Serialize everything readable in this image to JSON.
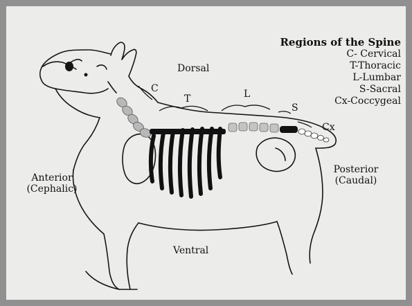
{
  "legend": {
    "title": "Regions of the Spine",
    "items": [
      "C- Cervical",
      "T-Thoracic",
      "L-Lumbar",
      "S-Sacral",
      "Cx-Coccygeal"
    ]
  },
  "directions": {
    "dorsal": "Dorsal",
    "ventral": "Ventral",
    "anterior": "Anterior",
    "anterior_sub": "(Cephalic)",
    "posterior": "Posterior",
    "posterior_sub": "(Caudal)"
  },
  "regions": {
    "c": "C",
    "t": "T",
    "l": "L",
    "s": "S",
    "cx": "Cx"
  },
  "colors": {
    "cervical": "#b8b8b8",
    "thoracic": "#111111",
    "lumbar": "#c4c4c4",
    "sacral": "#111111",
    "coccygeal": "#ffffff",
    "outline": "#151515"
  }
}
